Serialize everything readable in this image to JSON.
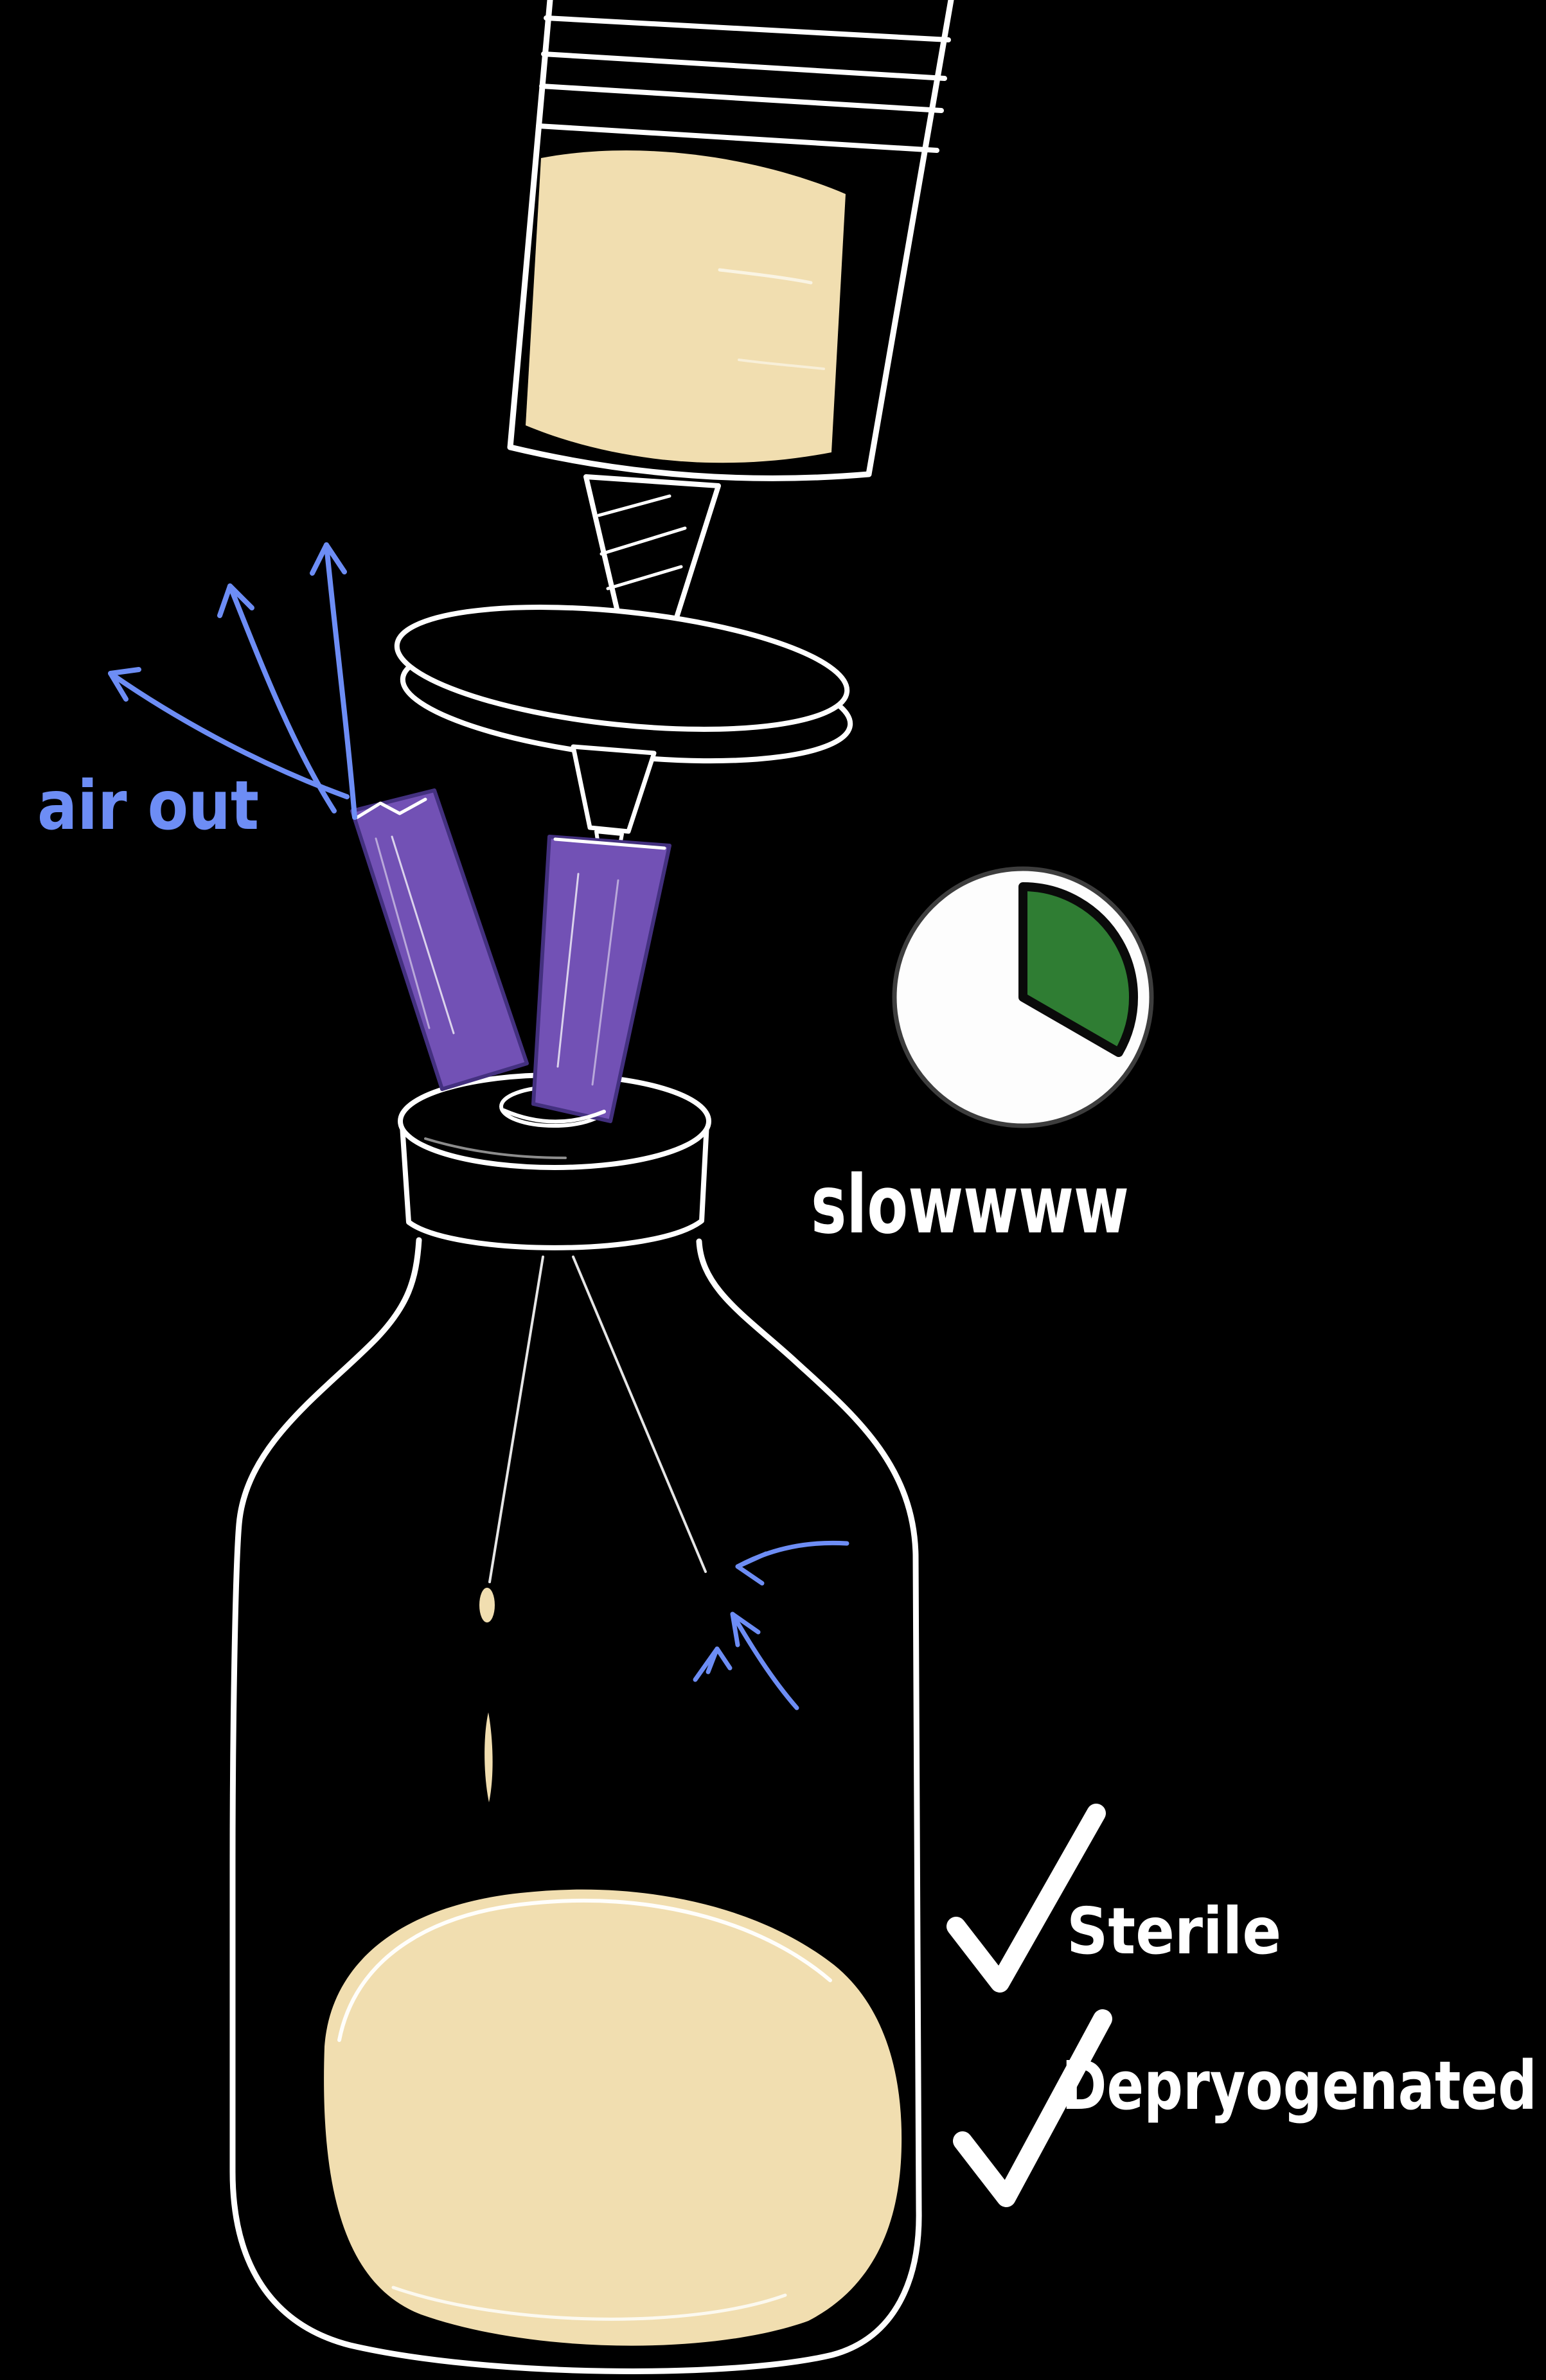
{
  "title": "Hand-drawn diagram: slow sterile filtration of liquid from a syringe through a filter and needles into a sterile bottle",
  "labels": {
    "air_out": "air out",
    "slow": "slowwww",
    "sterile": "Sterile",
    "depyrogenated": "Depryogenated"
  },
  "icons": {
    "timer": "clock-timer-icon",
    "checkmark": "checkmark-icon",
    "arrow": "arrow-icon"
  },
  "colors": {
    "background": "#000000",
    "ink_white": "#ffffff",
    "liquid_cream": "#f1deb0",
    "needle_purple": "#7251b5",
    "needle_purple_edge": "#43307f",
    "annotation_blue": "#6d8df5",
    "timer_green": "#2f7d33",
    "clock_face": "#fdfdfd",
    "clock_outline": "#3d3d3d",
    "clock_hand_black": "#0a0a0a"
  }
}
